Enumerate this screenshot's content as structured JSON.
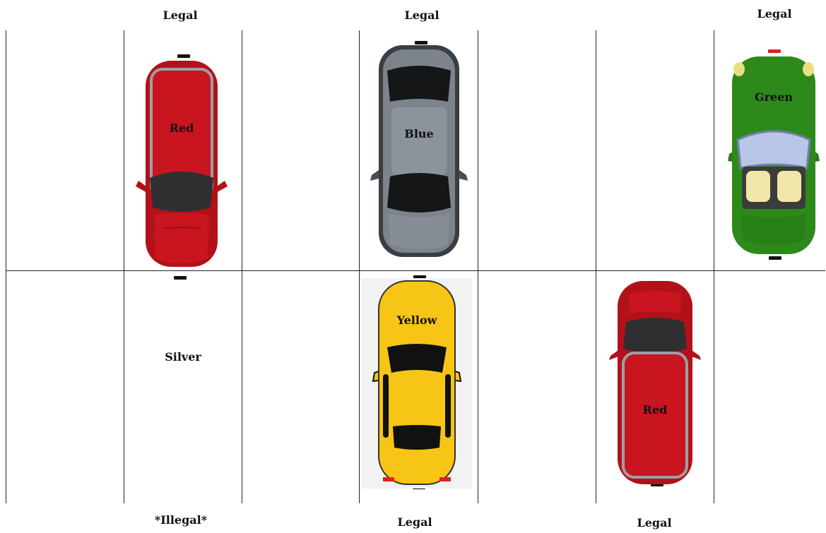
{
  "top_labels": [
    "Legal",
    "Legal",
    "Legal"
  ],
  "bottom_labels": [
    "*Illegal*",
    "Legal",
    "Legal"
  ],
  "cars": {
    "top_left": {
      "name": "Red",
      "color": "#c8151f"
    },
    "top_middle": {
      "name": "Blue",
      "color": "#6b7178"
    },
    "top_right": {
      "name": "Green",
      "color": "#2d8a1a"
    },
    "bottom_left": {
      "name": "Silver"
    },
    "bottom_middle": {
      "name": "Yellow",
      "color": "#f7c515"
    },
    "bottom_right": {
      "name": "Red",
      "color": "#c8151f"
    }
  }
}
